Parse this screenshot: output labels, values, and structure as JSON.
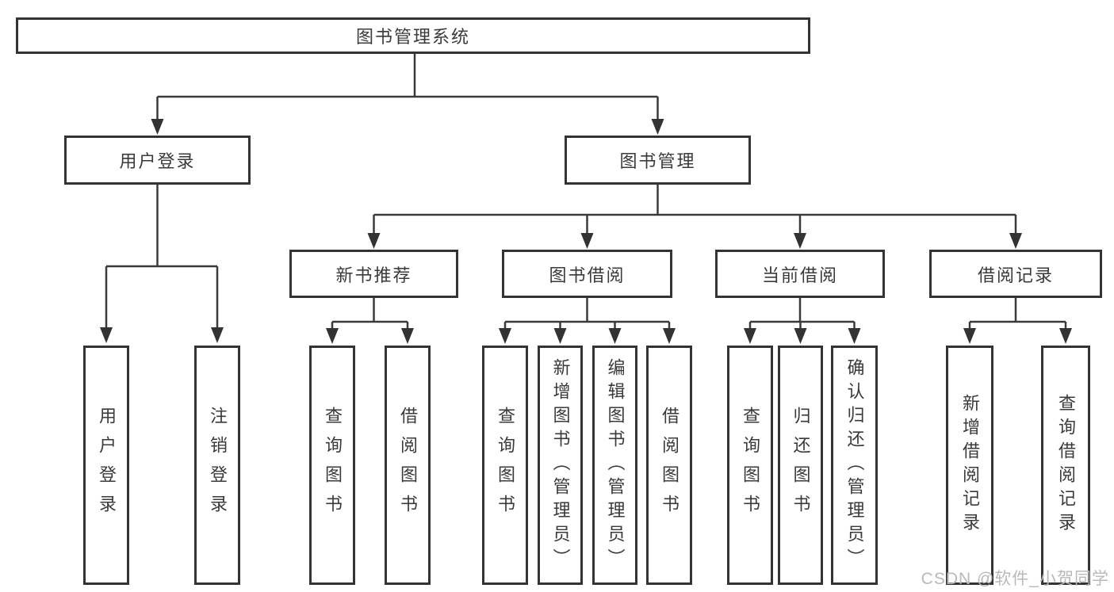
{
  "tree": {
    "root": {
      "label": "图书管理系统"
    },
    "branches": [
      {
        "label": "用户登录",
        "children": [
          {
            "label": "用户登录"
          },
          {
            "label": "注销登录"
          }
        ]
      },
      {
        "label": "图书管理",
        "children": [
          {
            "label": "新书推荐",
            "children": [
              {
                "label": "查询图书"
              },
              {
                "label": "借阅图书"
              }
            ]
          },
          {
            "label": "图书借阅",
            "children": [
              {
                "label": "查询图书"
              },
              {
                "label": "新增图书（管理员）"
              },
              {
                "label": "编辑图书（管理员）"
              },
              {
                "label": "借阅图书"
              }
            ]
          },
          {
            "label": "当前借阅",
            "children": [
              {
                "label": "查询图书"
              },
              {
                "label": "归还图书"
              },
              {
                "label": "确认归还（管理员）"
              }
            ]
          },
          {
            "label": "借阅记录",
            "children": [
              {
                "label": "新增借阅记录"
              },
              {
                "label": "查询借阅记录"
              }
            ]
          }
        ]
      }
    ]
  },
  "watermark": {
    "text": "CSDN @软件_小贺同学"
  },
  "colors": {
    "box_border": "#333333",
    "line": "#3a3a3a",
    "text": "#3a3a3a",
    "watermark": "#b9b9b9",
    "background": "#ffffff"
  }
}
